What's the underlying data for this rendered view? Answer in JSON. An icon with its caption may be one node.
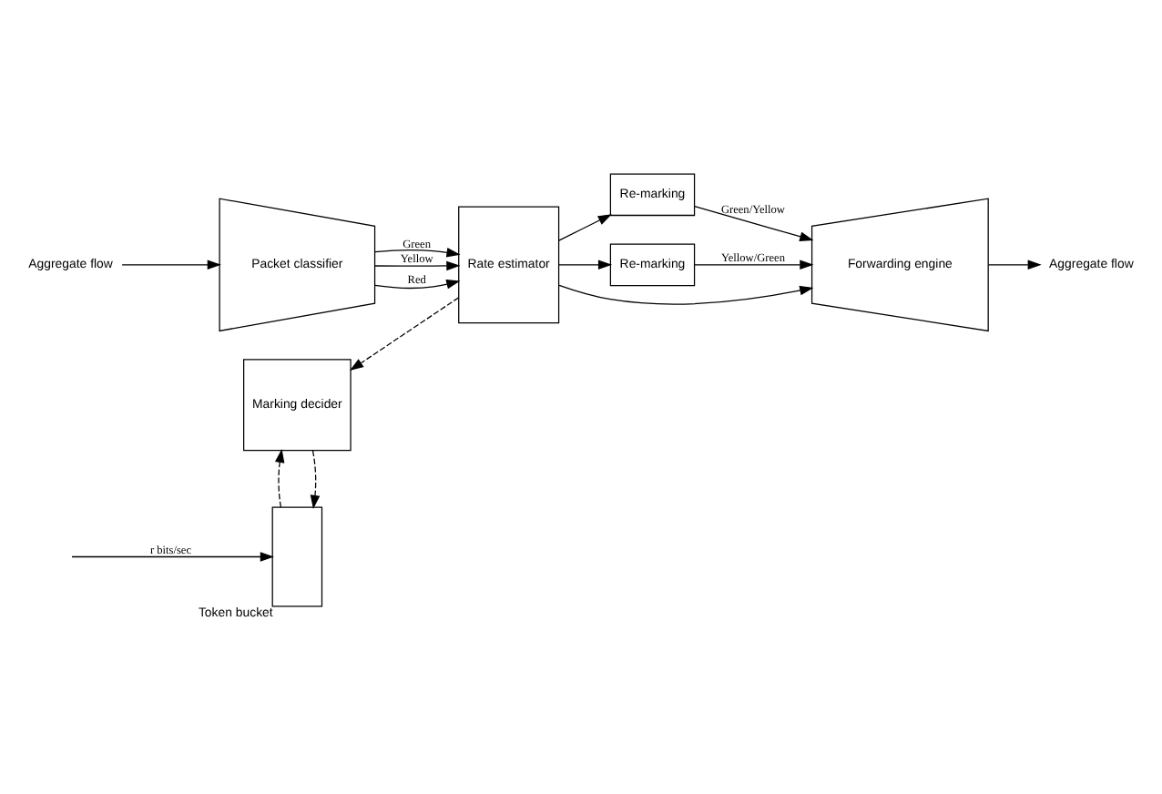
{
  "diagram": {
    "nodes": [
      {
        "text": [
          "Aggregate flow"
        ]
      },
      {
        "text": [
          "Packet classifier"
        ]
      },
      {
        "text": [
          "Rate estimator"
        ]
      },
      {
        "text": [
          "Marking decider"
        ]
      },
      {
        "text": [],
        "shape": "box",
        "beside": [
          "Token bucket"
        ]
      },
      {
        "text": [
          "Re-marking"
        ]
      },
      {
        "text": [
          "Re-marking"
        ]
      },
      {
        "text": [
          "Forwarding engine"
        ]
      },
      {
        "text": [
          "Aggregate flow"
        ]
      }
    ],
    "edges": [
      {
        "from": null,
        "to": 4,
        "arrow": "to",
        "label": "r bits/sec"
      },
      {
        "from": 0,
        "to": 1,
        "arrow": "to"
      },
      {
        "from": 1,
        "to": 2,
        "arrow": "to",
        "label": "Green"
      },
      {
        "from": 1,
        "to": 2,
        "arrow": "to",
        "label": "Yellow"
      },
      {
        "from": 1,
        "to": 2,
        "arrow": "to",
        "label": "Red"
      },
      {
        "from": 2,
        "to": 3,
        "arrow": "to",
        "style": "dashed"
      },
      {
        "from": 3,
        "to": 4,
        "arrow": "to",
        "style": "dashed"
      },
      {
        "from": 4,
        "to": 3,
        "arrow": "to",
        "style": "dashed"
      },
      {
        "from": 2,
        "to": 5,
        "arrow": "to"
      },
      {
        "from": 2,
        "to": 6,
        "arrow": "to"
      },
      {
        "from": 5,
        "to": 7,
        "arrow": "to",
        "label": "Green/Yellow"
      },
      {
        "from": 6,
        "to": 7,
        "arrow": "to",
        "label": "Yellow/Green"
      },
      {
        "from": 2,
        "to": 7,
        "arrow": "to"
      },
      {
        "from": 7,
        "to": 8,
        "arrow": "to"
      }
    ]
  }
}
